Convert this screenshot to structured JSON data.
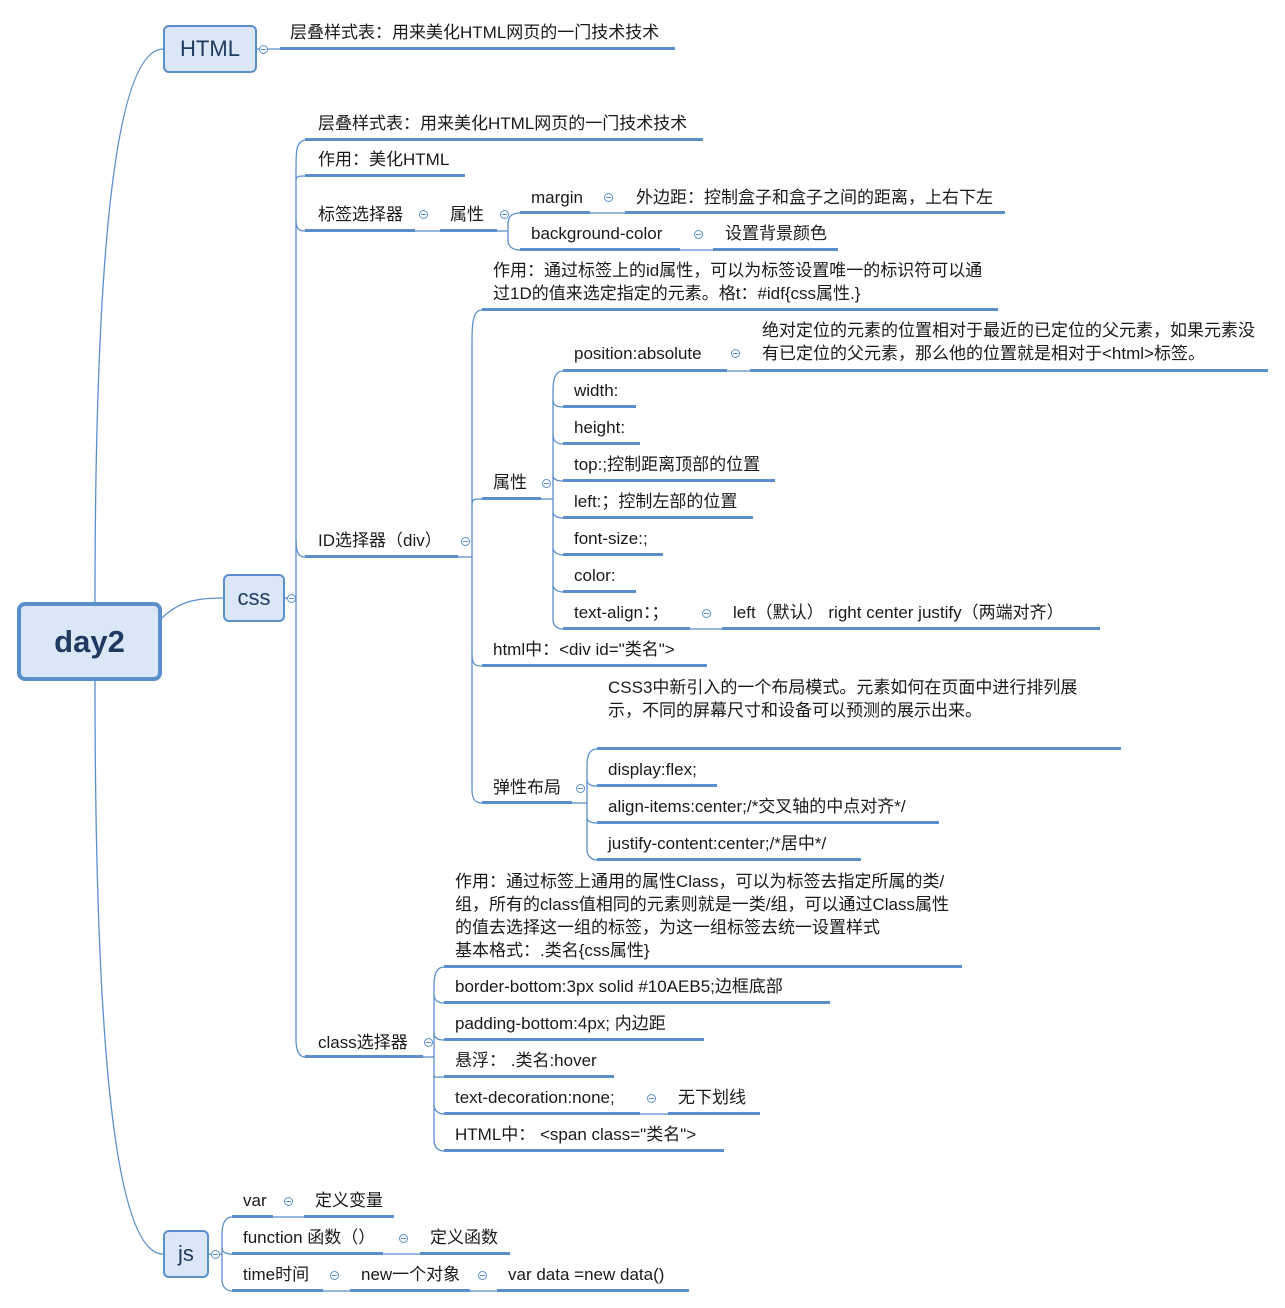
{
  "root": "day2",
  "branches": {
    "html": "HTML",
    "css": "css",
    "js": "js"
  },
  "html_branch": {
    "desc": "层叠样式表：用来美化HTML网页的一门技术技术"
  },
  "css_branch": {
    "desc": "层叠样式表：用来美化HTML网页的一门技术技术",
    "purpose": "作用：美化HTML",
    "tag_selector": {
      "label": "标签选择器",
      "attr_label": "属性",
      "margin": "margin",
      "margin_desc": "外边距：控制盒子和盒子之间的距离，上右下左",
      "bg": "background-color",
      "bg_desc": "设置背景颜色"
    },
    "id_selector": {
      "label": "ID选择器（div）",
      "desc": "作用：通过标签上的id属性，可以为标签设置唯一的标识符可以通过1D的值来选定指定的元素。格t：#idf{css属性.}",
      "attr_label": "属性",
      "position": "position:absolute",
      "position_desc": "绝对定位的元素的位置相对于最近的已定位的父元素，如果元素没有已定位的父元素，那么他的位置就是相对于<html>标签。",
      "width": "width:",
      "height": "height:",
      "top": "top:;控制距离顶部的位置",
      "left": "left:；控制左部的位置",
      "font_size": "font-size:;",
      "color": "color:",
      "text_align": "text-align：；",
      "text_align_desc": "left（默认） right center justify（两端对齐）",
      "html_usage": "html中：<div id=\"类名\">",
      "flex_label": "弹性布局",
      "flex_desc": "CSS3中新引入的一个布局模式。元素如何在页面中进行排列展示，不同的屏幕尺寸和设备可以预测的展示出来。",
      "flex_display": "display:flex;",
      "flex_align": "align-items:center;/*交叉轴的中点对齐*/",
      "flex_justify": "justify-content:center;/*居中*/"
    },
    "class_selector": {
      "label": "class选择器",
      "desc": "作用：通过标签上通用的属性Class，可以为标签去指定所属的类/组，所有的class值相同的元素则就是一类/组，可以通过Class属性的值去选择这一组的标签，为这一组标签去统一设置样式\n基本格式：.类名{css属性}",
      "border": "border-bottom:3px solid #10AEB5;边框底部",
      "padding": "padding-bottom:4px; 内边距",
      "hover": "悬浮：  .类名:hover",
      "text_deco": "text-decoration:none;",
      "text_deco_desc": "无下划线",
      "html_usage": "HTML中：  <span class=\"类名\">"
    }
  },
  "js_branch": {
    "var": "var",
    "var_desc": "定义变量",
    "function": "function 函数（）",
    "function_desc": "定义函数",
    "time": "time时间",
    "new_obj": "new一个对象",
    "new_obj_desc": "var data =new data()"
  }
}
